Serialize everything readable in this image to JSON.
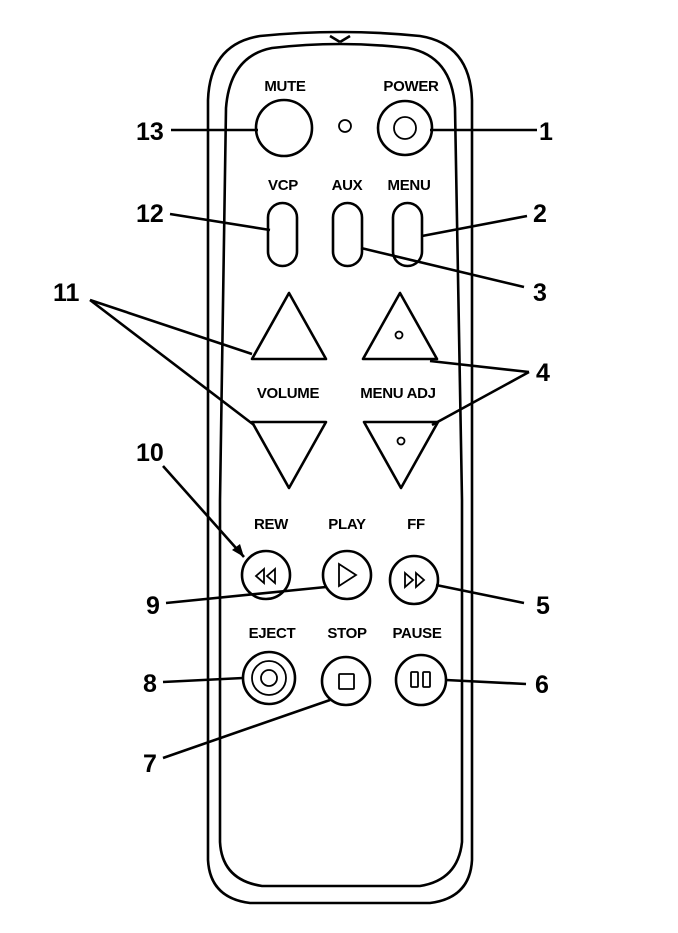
{
  "labels": {
    "mute": "MUTE",
    "power": "POWER",
    "vcp": "VCP",
    "aux": "AUX",
    "menu": "MENU",
    "volume": "VOLUME",
    "menu_adj": "MENU ADJ",
    "rew": "REW",
    "play": "PLAY",
    "ff": "FF",
    "eject": "EJECT",
    "stop": "STOP",
    "pause": "PAUSE"
  },
  "callouts": {
    "c1": "1",
    "c2": "2",
    "c3": "3",
    "c4": "4",
    "c5": "5",
    "c6": "6",
    "c7": "7",
    "c8": "8",
    "c9": "9",
    "c10": "10",
    "c11": "11",
    "c12": "12",
    "c13": "13"
  }
}
